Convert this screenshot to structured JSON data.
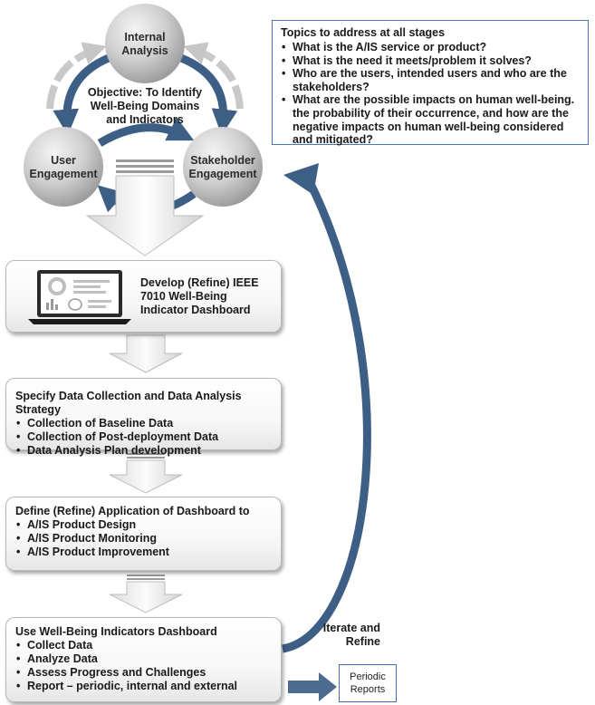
{
  "cycle": {
    "internal_analysis": "Internal Analysis",
    "user_engagement": "User Engagement",
    "stakeholder_engagement": "Stakeholder Engagement",
    "objective": "Objective: To Identify Well-Being Domains and Indicators"
  },
  "topics": {
    "title": "Topics to address at all stages",
    "items": [
      "What is the A/IS service or product?",
      "What is the need it meets/problem it solves?",
      "Who are the users, intended users and who are the stakeholders?",
      "What are the possible impacts on human well-being. the probability of their occurrence, and how are the negative impacts on human well-being considered and mitigated?"
    ]
  },
  "steps": {
    "develop": {
      "title": "Develop (Refine) IEEE 7010 Well-Being Indicator Dashboard"
    },
    "specify": {
      "title": "Specify Data Collection and Data Analysis Strategy",
      "items": [
        "Collection of Baseline Data",
        "Collection of Post-deployment Data",
        "Data Analysis Plan development"
      ]
    },
    "define": {
      "title": "Define (Refine) Application of Dashboard to",
      "items": [
        "A/IS Product Design",
        "A/IS Product Monitoring",
        "A/IS Product Improvement"
      ]
    },
    "use": {
      "title": "Use Well-Being Indicators Dashboard",
      "items": [
        "Collect Data",
        "Analyze Data",
        "Assess Progress and Challenges",
        "Report – periodic, internal and external"
      ]
    }
  },
  "iterate_label": "Iterate and Refine",
  "reports_label": "Periodic Reports",
  "colors": {
    "arrow_blue": "#3d5f86",
    "arrow_gray": "#c9c9c9",
    "topics_border": "#4a78b5"
  },
  "icons": [
    "laptop-dashboard-icon"
  ]
}
